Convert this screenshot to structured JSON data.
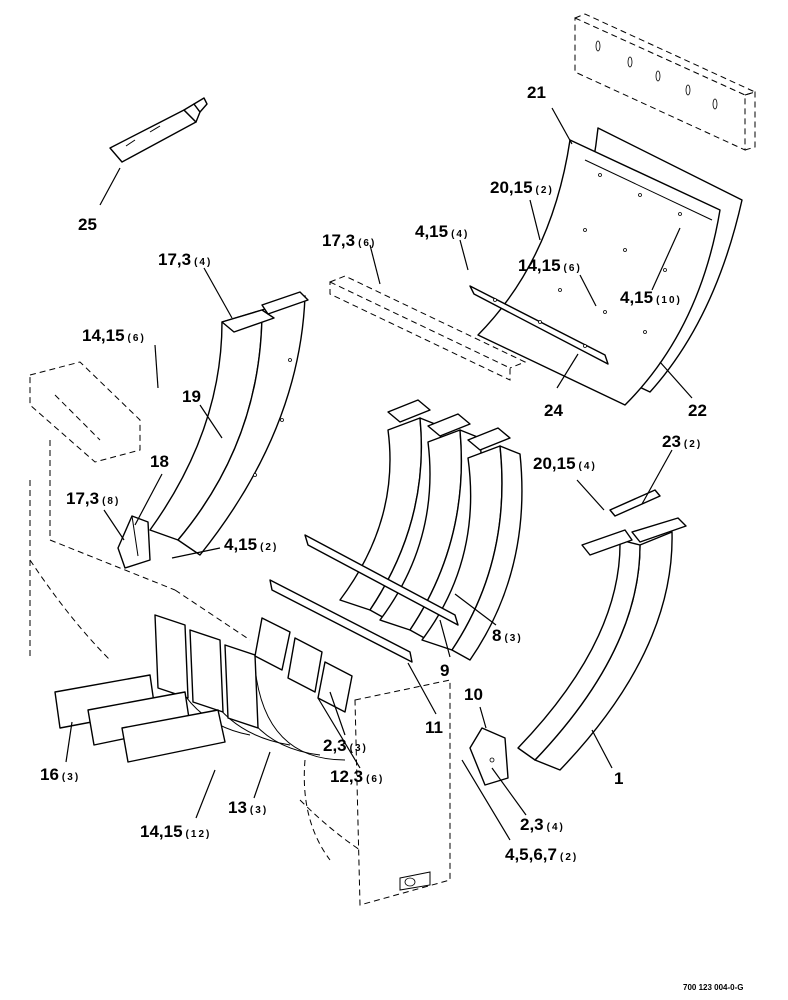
{
  "callouts": [
    {
      "id": "c25",
      "label": "25",
      "qty": ""
    },
    {
      "id": "c21",
      "label": "21",
      "qty": ""
    },
    {
      "id": "c20a",
      "label": "20,15",
      "qty": "(2)"
    },
    {
      "id": "c4a",
      "label": "4,15",
      "qty": "(4)"
    },
    {
      "id": "c17a",
      "label": "17,3",
      "qty": "(6)"
    },
    {
      "id": "c17b",
      "label": "17,3",
      "qty": "(4)"
    },
    {
      "id": "c14a",
      "label": "14,15",
      "qty": "(6)"
    },
    {
      "id": "c14b",
      "label": "14,15",
      "qty": "(6)"
    },
    {
      "id": "c4b",
      "label": "4,15",
      "qty": "(10)"
    },
    {
      "id": "c19",
      "label": "19",
      "qty": ""
    },
    {
      "id": "c24",
      "label": "24",
      "qty": ""
    },
    {
      "id": "c22",
      "label": "22",
      "qty": ""
    },
    {
      "id": "c23",
      "label": "23",
      "qty": "(2)"
    },
    {
      "id": "c18",
      "label": "18",
      "qty": ""
    },
    {
      "id": "c20b",
      "label": "20,15",
      "qty": "(4)"
    },
    {
      "id": "c17c",
      "label": "17,3",
      "qty": "(8)"
    },
    {
      "id": "c4c",
      "label": "4,15",
      "qty": "(2)"
    },
    {
      "id": "c8",
      "label": "8",
      "qty": "(3)"
    },
    {
      "id": "c9",
      "label": "9",
      "qty": ""
    },
    {
      "id": "c10",
      "label": "10",
      "qty": ""
    },
    {
      "id": "c11",
      "label": "11",
      "qty": ""
    },
    {
      "id": "c1",
      "label": "1",
      "qty": ""
    },
    {
      "id": "c2a",
      "label": "2,3",
      "qty": "(3)"
    },
    {
      "id": "c16",
      "label": "16",
      "qty": "(3)"
    },
    {
      "id": "c12",
      "label": "12,3",
      "qty": "(6)"
    },
    {
      "id": "c2b",
      "label": "2,3",
      "qty": "(4)"
    },
    {
      "id": "c13",
      "label": "13",
      "qty": "(3)"
    },
    {
      "id": "c14c",
      "label": "14,15",
      "qty": "(12)"
    },
    {
      "id": "c4d",
      "label": "4,5,6,7",
      "qty": "(2)"
    }
  ],
  "drawing_number": "700 123 004-0-G"
}
